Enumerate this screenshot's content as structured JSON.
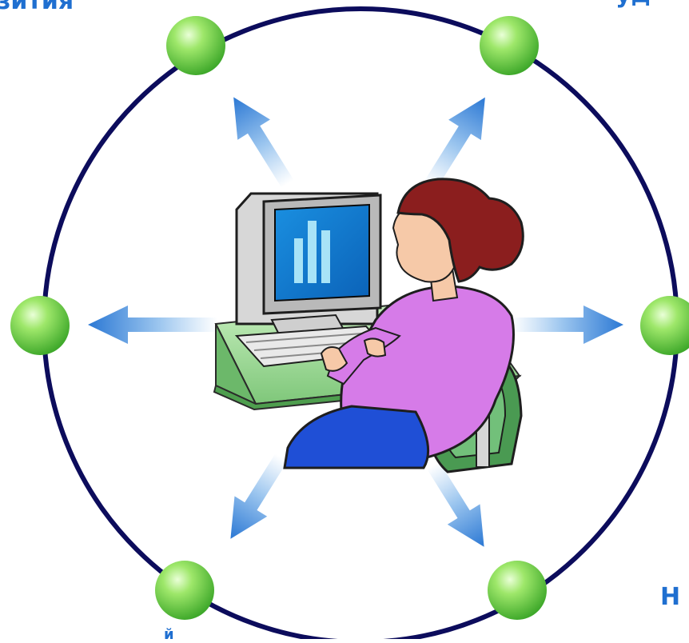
{
  "labels": {
    "top_left": "зития",
    "top_right": "уд",
    "bottom_right": "Н",
    "bottom_left": "й"
  },
  "colors": {
    "ring": "#0c0c5c",
    "node": "#5fcf3a",
    "arrow": "#2f7fd6",
    "label": "#1f6fd0"
  }
}
